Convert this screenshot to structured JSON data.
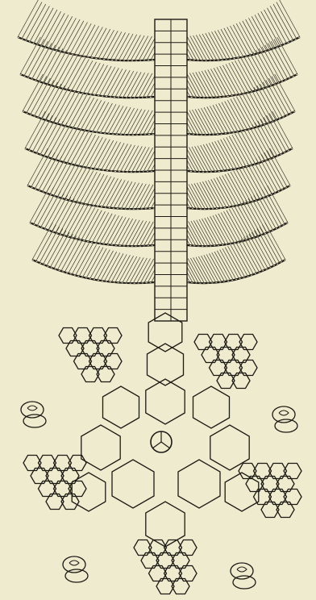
{
  "figure": {
    "subject": "crinoid-engraving",
    "colors": {
      "paper": "#efebcf",
      "ink": "#1c1a14",
      "shade": "#3a372c"
    },
    "stem_segments": 26,
    "arm_pairs": 7,
    "pinnule_clusters": [
      "upper-left",
      "upper-right",
      "lower-left",
      "lower-right",
      "bottom"
    ],
    "arm_tips": [
      "left",
      "right",
      "bottom-left",
      "bottom-right"
    ]
  }
}
